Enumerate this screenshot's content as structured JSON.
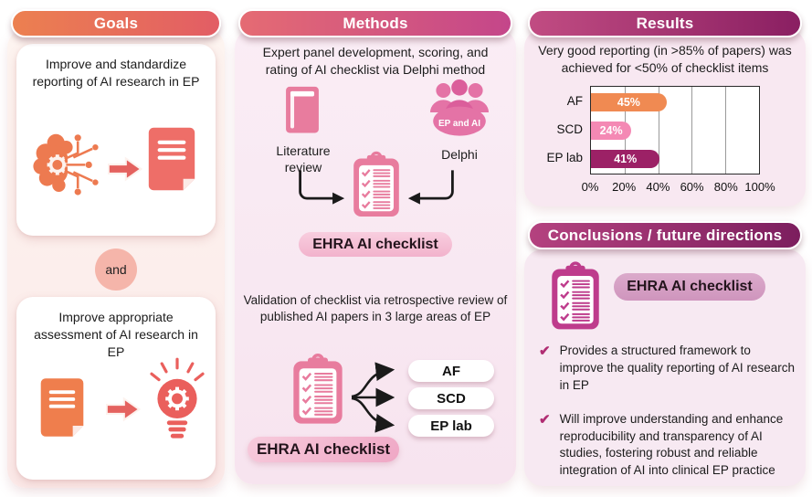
{
  "colors": {
    "goals_header_gradient": [
      "#EC8050",
      "#E25D65"
    ],
    "methods_header_gradient": [
      "#E56B73",
      "#C4468A"
    ],
    "results_header_gradient": [
      "#C14C82",
      "#8A1F62"
    ],
    "conclusions_header_gradient": [
      "#B4427F",
      "#7C1E5E"
    ],
    "goals_icon_orange": "#ED7A50",
    "goals_icon_salmon": "#EA5F5C",
    "methods_pink": "#E87C9E",
    "conclusions_magenta": "#BE3C8C",
    "bullet_check": "#B02C72",
    "and_circle": "#F5B5AA"
  },
  "goals": {
    "header": "Goals",
    "card1_text": "Improve and standardize reporting of AI research in EP",
    "connector": "and",
    "card2_text": "Improve appropriate assessment of AI research in EP"
  },
  "methods": {
    "header": "Methods",
    "top_text": "Expert panel development, scoring, and rating of AI checklist via Delphi method",
    "literature_label": "Literature review",
    "ep_and_ai_badge": "EP and AI",
    "delphi_label": "Delphi",
    "checklist_pill_top": "EHRA AI checklist",
    "bottom_text": "Validation of checklist via retrospective review of published AI papers in 3 large areas of EP",
    "areas": [
      "AF",
      "SCD",
      "EP lab"
    ],
    "checklist_pill_bottom": "EHRA AI checklist"
  },
  "results": {
    "header": "Results",
    "summary": "Very good reporting (in >85% of papers) was achieved for <50% of checklist items"
  },
  "chart_data": {
    "type": "bar",
    "orientation": "horizontal",
    "categories": [
      "AF",
      "SCD",
      "EP lab"
    ],
    "values": [
      45,
      24,
      41
    ],
    "bar_labels": [
      "45%",
      "24%",
      "41%"
    ],
    "bar_colors": [
      "#F08A52",
      "#F489B4",
      "#9C2166"
    ],
    "xlim": [
      0,
      100
    ],
    "x_ticks": [
      "0%",
      "20%",
      "40%",
      "60%",
      "80%",
      "100%"
    ],
    "grid": true,
    "title": "",
    "xlabel": "",
    "ylabel": ""
  },
  "conclusions": {
    "header": "Conclusions / future directions",
    "checklist_pill": "EHRA AI checklist",
    "bullet_glyph": "✔",
    "bullets": [
      "Provides a structured framework to improve the quality reporting of AI research in EP",
      "Will improve understanding and enhance reproducibility and transparency of AI studies, fostering robust and reliable integration of AI into clinical EP practice"
    ]
  },
  "icons": {
    "goals": [
      "ai-brain-icon",
      "arrow-right-icon",
      "document-icon",
      "lightbulb-gear-icon"
    ],
    "methods": [
      "book-icon",
      "people-group-icon",
      "clipboard-checklist-icon",
      "bent-arrow-icon",
      "curved-arrows-icon"
    ],
    "conclusions": [
      "clipboard-checklist-icon",
      "check-bullet-icon"
    ]
  }
}
